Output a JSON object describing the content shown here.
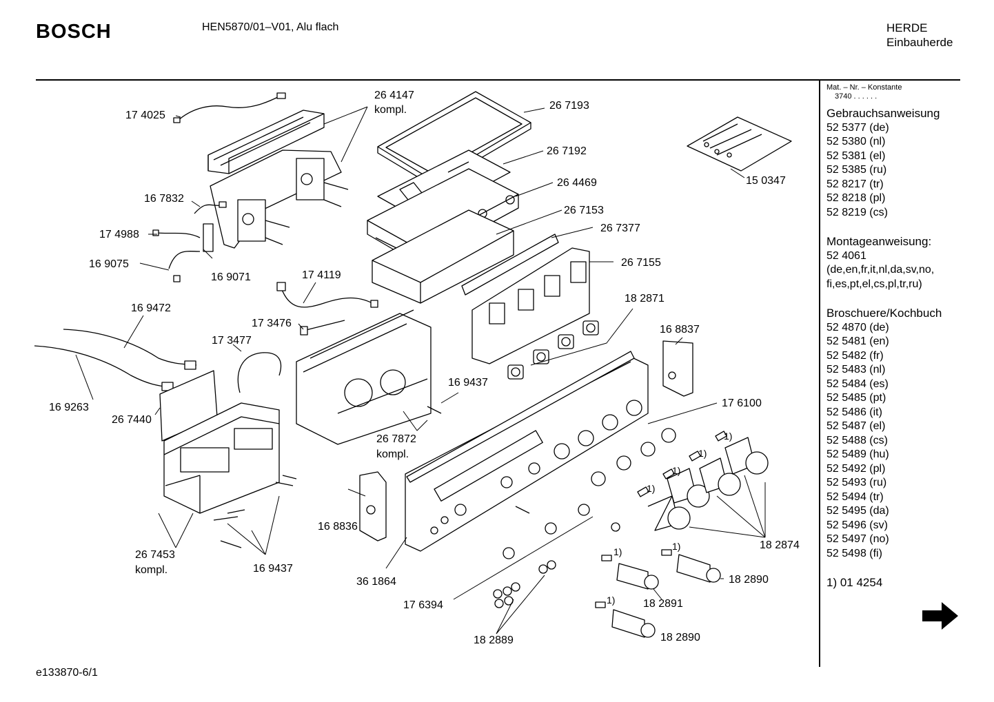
{
  "header": {
    "brand": "BOSCH",
    "model": "HEN5870/01–V01, Alu flach",
    "category": "HERDE",
    "subcategory": "Einbauherde"
  },
  "footer": {
    "doc_id": "e133870-6/1"
  },
  "sidebar": {
    "mat_label": "Mat. – Nr. – Konstante",
    "mat_value": "3740  .  .  .  .  .  .",
    "sections": [
      {
        "title": "Gebrauchsanweisung",
        "items": [
          "52 5377 (de)",
          "52 5380 (nl)",
          "52 5381 (el)",
          "52 5385 (ru)",
          "52 8217 (tr)",
          "52 8218 (pl)",
          "52 8219 (cs)"
        ]
      },
      {
        "title": "Montageanweisung:",
        "items": [
          "52 4061",
          "(de,en,fr,it,nl,da,sv,no,",
          "fi,es,pt,el,cs,pl,tr,ru)"
        ]
      },
      {
        "title": "Broschuere/Kochbuch",
        "items": [
          "52 4870 (de)",
          "52 5481 (en)",
          "52 5482 (fr)",
          "52 5483 (nl)",
          "52 5484 (es)",
          "52 5485 (pt)",
          "52 5486 (it)",
          "52 5487 (el)",
          "52 5488 (cs)",
          "52 5489 (hu)",
          "52 5492 (pl)",
          "52 5493 (ru)",
          "52 5494 (tr)",
          "52 5495 (da)",
          "52 5496 (sv)",
          "52 5497 (no)",
          "52 5498 (fi)"
        ]
      },
      {
        "title": "1)  01 4254",
        "items": []
      }
    ]
  },
  "parts": {
    "p174025": "17 4025",
    "p264147": "26 4147",
    "p264147b": "kompl.",
    "p267193": "26 7193",
    "p267192": "26 7192",
    "p264469": "26 4469",
    "p267153": "26 7153",
    "p267377": "26 7377",
    "p267155": "26 7155",
    "p150347": "15 0347",
    "p167832": "16 7832",
    "p174988": "17 4988",
    "p169075": "16 9075",
    "p169071": "16 9071",
    "p174119": "17 4119",
    "p169472": "16 9472",
    "p173476": "17 3476",
    "p173477": "17 3477",
    "p182871": "18 2871",
    "p168837": "16 8837",
    "p169437a": "16 9437",
    "p169263": "16 9263",
    "p267440": "26 7440",
    "p267872": "26 7872",
    "p267872b": "kompl.",
    "p176100": "17 6100",
    "p168836": "16 8836",
    "p267453": "26 7453",
    "p267453b": "kompl.",
    "p169437b": "16 9437",
    "p361864": "36 1864",
    "p182874": "18 2874",
    "p182890a": "18 2890",
    "p182891": "18 2891",
    "p176394": "17 6394",
    "p182890b": "18 2890",
    "p182889": "18 2889",
    "fn1": "1)"
  },
  "icons": {
    "next": "arrow-right-icon"
  }
}
